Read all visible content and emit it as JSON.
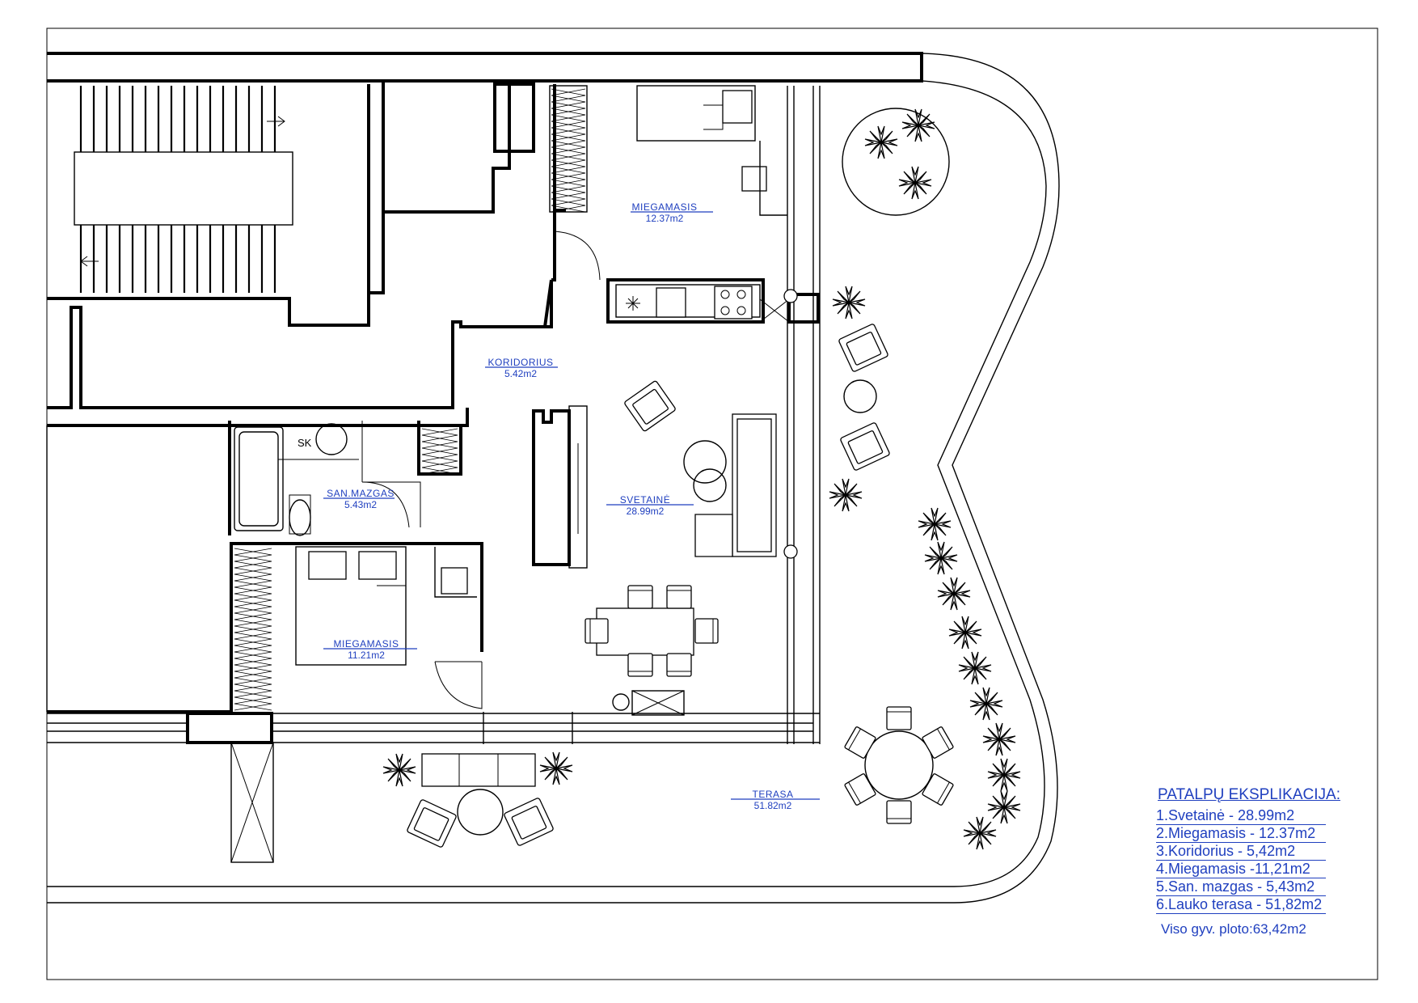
{
  "rooms": {
    "bedroom_top": {
      "name": "MIEGAMASIS",
      "area": "12.37m2"
    },
    "corridor": {
      "name": "KORIDORIUS",
      "area": "5.42m2"
    },
    "bathroom": {
      "name": "SAN.MAZGAS",
      "area": "5.43m2"
    },
    "bathroom_sk": "SK",
    "living": {
      "name": "SVETAINĖ",
      "area": "28.99m2"
    },
    "bedroom_bottom": {
      "name": "MIEGAMASIS",
      "area": "11.21m2"
    },
    "terrace": {
      "name": "TERASA",
      "area": "51.82m2"
    }
  },
  "explication": {
    "title": "PATALPŲ EKSPLIKACIJA:",
    "items": [
      "1.Svetainė - 28.99m2",
      "2.Miegamasis - 12.37m2",
      "3.Koridorius - 5,42m2",
      "4.Miegamasis -11,21m2",
      "5.San. mazgas - 5,43m2",
      "6.Lauko terasa - 51,82m2"
    ],
    "total": "Viso gyv. ploto:63,42m2"
  },
  "colors": {
    "label_blue": "#1f3fbf",
    "line": "#000000",
    "background": "#ffffff"
  }
}
